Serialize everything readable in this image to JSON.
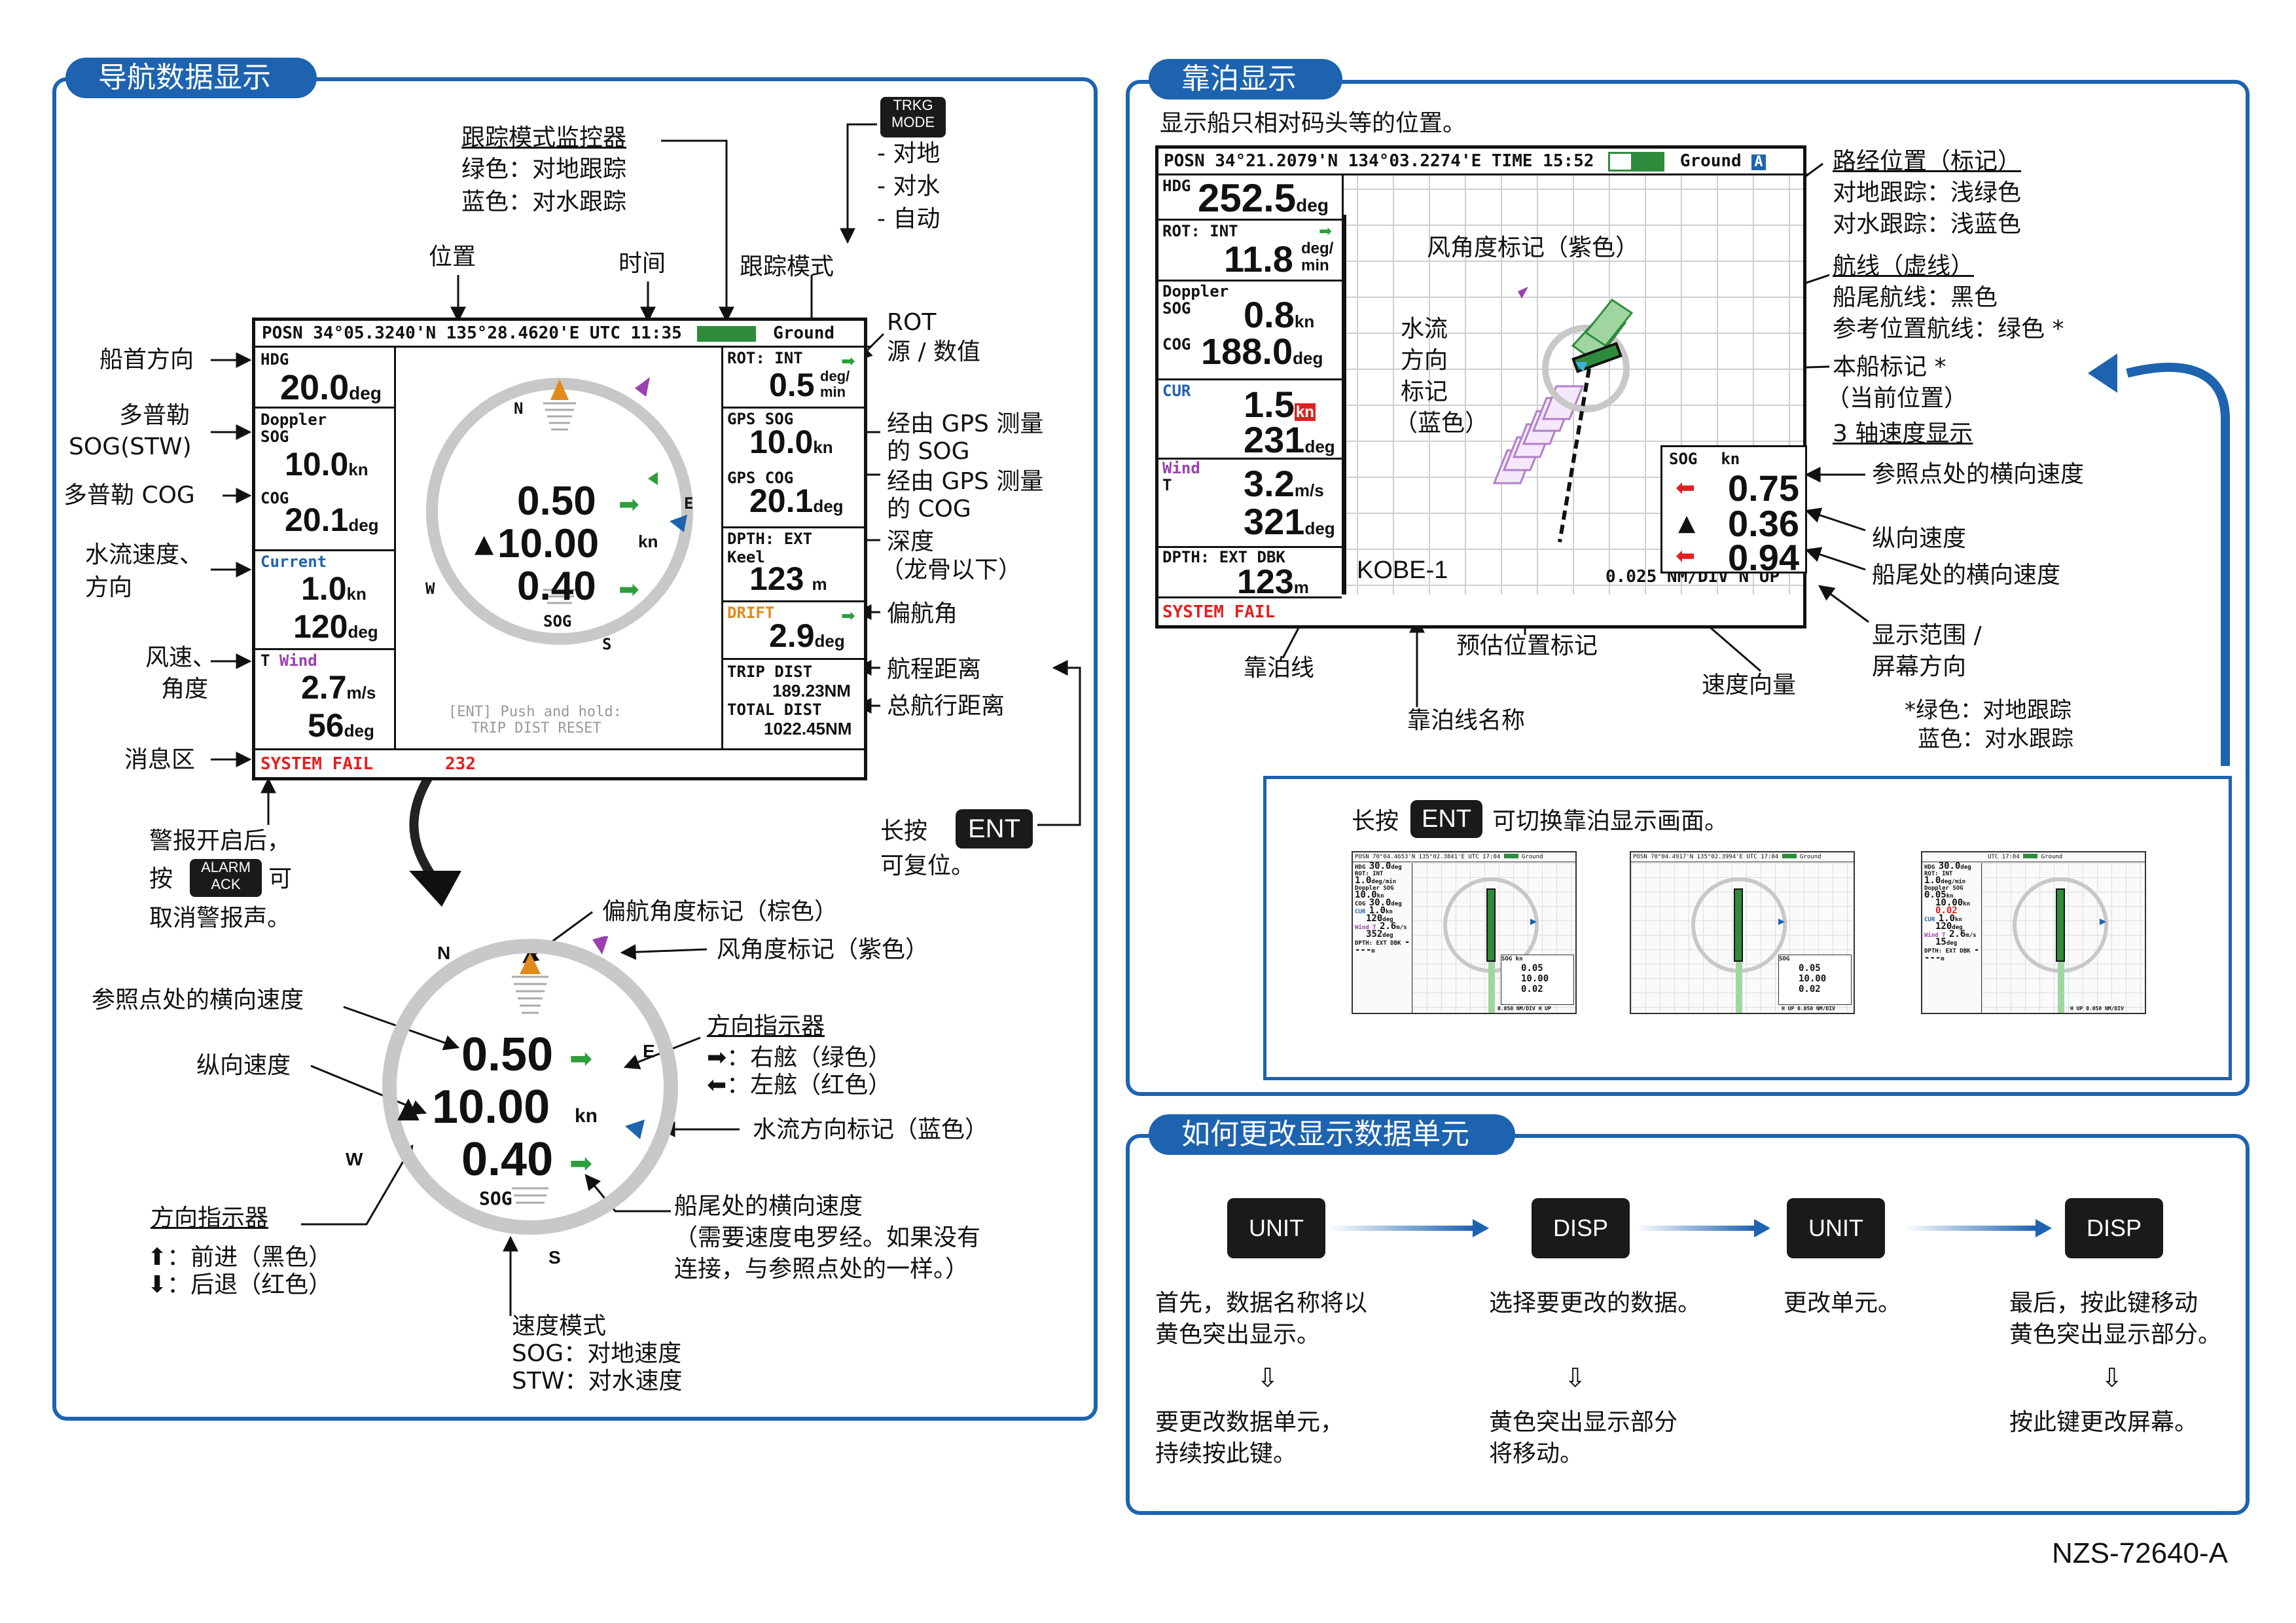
{
  "nav_panel": {
    "title": "导航数据显示",
    "top_labels": {
      "monitor_title": "跟踪模式监控器",
      "monitor_green": "绿色：对地跟踪",
      "monitor_blue": "蓝色：对水跟踪",
      "trkg_key_line1": "TRKG",
      "trkg_key_line2": "MODE",
      "trkg_opt1": "- 对地",
      "trkg_opt2": "- 对水",
      "trkg_opt3": "- 自动",
      "position": "位置",
      "time": "时间",
      "track_mode": "跟踪模式"
    },
    "screen": {
      "header": "POSN  34°05.3240'N  135°28.4620'E   UTC 11:35",
      "header_mode": "Ground",
      "hdg_label": "HDG",
      "hdg_value": "20.0",
      "hdg_unit": "deg",
      "doppler_label1": "Doppler",
      "doppler_label2": "SOG",
      "doppler_sog": "10.0",
      "doppler_sog_unit": "kn",
      "cog_label": "COG",
      "cog_value": "20.1",
      "cog_unit": "deg",
      "current_label": "Current",
      "current_speed": "1.0",
      "current_speed_unit": "kn",
      "current_dir": "120",
      "current_dir_unit": "deg",
      "wind_t": "T",
      "wind_label": "Wind",
      "wind_speed": "2.7",
      "wind_speed_unit": "m/s",
      "wind_dir": "56",
      "wind_dir_unit": "deg",
      "msg": "SYSTEM FAIL",
      "msg_num": "232",
      "rot_label": "ROT: INT",
      "rot_value": "0.5",
      "rot_unit1": "deg/",
      "rot_unit2": "min",
      "gps_sog_label": "GPS SOG",
      "gps_sog_value": "10.0",
      "gps_sog_unit": "kn",
      "gps_cog_label": "GPS COG",
      "gps_cog_value": "20.1",
      "gps_cog_unit": "deg",
      "depth_label1": "DPTH: EXT",
      "depth_label2": "Keel",
      "depth_value": "123",
      "depth_unit": "m",
      "drift_label": "DRIFT",
      "drift_value": "2.9",
      "drift_unit": "deg",
      "trip_label": "TRIP DIST",
      "trip_value": "189.23NM",
      "total_label": "TOTAL DIST",
      "total_value": "1022.45NM",
      "dial_bow": "0.50",
      "dial_long": "10.00",
      "dial_long_unit": "kn",
      "dial_stern": "0.40",
      "dial_mode": "SOG",
      "dial_n": "N",
      "dial_e": "E",
      "dial_s": "S",
      "dial_w": "W",
      "reset_hint1": "[ENT] Push and hold:",
      "reset_hint2": "TRIP DIST RESET"
    },
    "left_labels": {
      "heading": "船首方向",
      "doppler1": "多普勒",
      "doppler2": "SOG(STW)",
      "doppler_cog": "多普勒 COG",
      "current1": "水流速度、",
      "current2": "方向",
      "wind1": "风速、",
      "wind2": "角度",
      "msg_area": "消息区",
      "alarm1": "警报开启后，",
      "alarm2a": "按",
      "alarm2b": "可",
      "alarm3": "取消警报声。",
      "alarm_key1": "ALARM",
      "alarm_key2": "ACK"
    },
    "right_labels": {
      "rot1": "ROT",
      "rot2": "源 / 数值",
      "gps_sog1": "经由 GPS 测量",
      "gps_sog2": "的 SOG",
      "gps_cog1": "经由 GPS 测量",
      "gps_cog2": "的 COG",
      "depth1": "深度",
      "depth2": "（龙骨以下）",
      "drift": "偏航角",
      "trip": "航程距离",
      "total": "总航行距离",
      "ent1": "长按",
      "ent2": "可复位。",
      "ent_key": "ENT"
    },
    "dial_labels": {
      "drift_marker": "偏航角度标记（棕色）",
      "wind_marker": "风角度标记（紫色）",
      "bow_lateral": "参照点处的横向速度",
      "longitudinal": "纵向速度",
      "dir_indicator": "方向指示器",
      "starboard": "：右舷（绿色）",
      "port": "：左舷（红色）",
      "current_marker": "水流方向标记（蓝色）",
      "dir_indicator2": "方向指示器",
      "ahead": "：前进（黑色）",
      "astern": "：后退（红色）",
      "stern1": "船尾处的横向速度",
      "stern2": "（需要速度电罗经。如果没有",
      "stern3": "连接，与参照点处的一样。）",
      "mode1": "速度模式",
      "mode2": "SOG：对地速度",
      "mode3": "STW：对水速度",
      "big_bow": "0.50",
      "big_long": "10.00",
      "big_long_unit": "kn",
      "big_stern": "0.40",
      "big_mode": "SOG"
    }
  },
  "berth_panel": {
    "title": "靠泊显示",
    "subtitle": "显示船只相对码头等的位置。",
    "screen": {
      "header": "POSN  34°21.2079'N  134°03.2274'E  TIME 15:52",
      "header_mode": "Ground",
      "hdg_label": "HDG",
      "hdg_value": "252.5",
      "hdg_unit": "deg",
      "rot_label": "ROT: INT",
      "rot_value": "11.8",
      "rot_unit1": "deg/",
      "rot_unit2": "min",
      "doppler1": "Doppler",
      "doppler2": "SOG",
      "sog_value": "0.8",
      "sog_unit": "kn",
      "cog_label": "COG",
      "cog_value": "188.0",
      "cog_unit": "deg",
      "cur_label": "CUR",
      "cur_speed": "1.5",
      "cur_speed_unit": "kn",
      "cur_dir": "231",
      "cur_dir_unit": "deg",
      "wind_label": "Wind",
      "wind_t": "T",
      "wind_speed": "3.2",
      "wind_speed_unit": "m/s",
      "wind_dir": "321",
      "wind_dir_unit": "deg",
      "depth_label": "DPTH: EXT DBK",
      "depth_value": "123",
      "depth_unit": "m",
      "msg": "SYSTEM FAIL",
      "berth_name": "KOBE-1",
      "range": "0.025 NM/DIV  N UP",
      "box_sog": "SOG",
      "box_kn": "kn",
      "box_v1": "0.75",
      "box_v2": "0.36",
      "box_v3": "0.94"
    },
    "labels": {
      "track_pos": "路经位置（标记）",
      "track_green": "对地跟踪：浅绿色",
      "track_blue": "对水跟踪：浅蓝色",
      "route": "航线（虚线）",
      "route_stern": "船尾航线：黑色",
      "route_ref": "参考位置航线：绿色 *",
      "own1": "本船标记 *",
      "own2": "（当前位置）",
      "axis3": "3 轴速度显示",
      "wind_mark": "风角度标记（紫色）",
      "cur1": "水流",
      "cur2": "方向",
      "cur3": "标记",
      "cur4": "（蓝色）",
      "bow_lat": "参照点处的横向速度",
      "long": "纵向速度",
      "stern_lat": "船尾处的横向速度",
      "range1": "显示范围 /",
      "range2": "屏幕方向",
      "note1": "*绿色：对地跟踪",
      "note2": "蓝色：对水跟踪",
      "berth_line": "靠泊线",
      "est_pos": "预估位置标记",
      "vel_vec": "速度向量",
      "berth_name_lbl": "靠泊线名称",
      "switch1": "长按",
      "switch2": "可切换靠泊显示画面。",
      "ent_key": "ENT"
    },
    "thumbs": [
      {
        "header": "POSN  70°04.4653'N  135°02.3841'E  UTC 17:04",
        "mode": "Ground",
        "rows": [
          {
            "l": "HDG",
            "v": "30.0",
            "u": "deg"
          },
          {
            "l": "ROT: INT",
            "v": "1.0",
            "u": "deg/min"
          },
          {
            "l": "Doppler SOG",
            "v": "10.0",
            "u": "kn"
          },
          {
            "l": "COG",
            "v": "30.0",
            "u": "deg"
          },
          {
            "l": "CUR",
            "v": "1.0",
            "u": "kn"
          },
          {
            "l": "",
            "v": "120",
            "u": "deg"
          },
          {
            "l": "Wind T",
            "v": "2.6",
            "u": "m/s"
          },
          {
            "l": "",
            "v": "352",
            "u": "deg"
          },
          {
            "l": "DPTH: EXT DBK",
            "v": "----",
            "u": "m"
          }
        ],
        "box": {
          "title": "SOG   kn",
          "v": [
            "0.05",
            "10.00",
            "0.02"
          ]
        },
        "footer": "0.050 NM/DIV  H UP"
      },
      {
        "header": "POSN  70°04.4917'N  135°02.3994'E  UTC 17:04",
        "mode": "Ground",
        "box": {
          "title": "SOG",
          "v": [
            "0.05",
            "10.00",
            "0.02"
          ]
        },
        "footer": "H UP  0.050 NM/DIV"
      },
      {
        "header": "UTC 17:04",
        "mode": "Ground",
        "rows": [
          {
            "l": "HDG",
            "v": "30.0",
            "u": "deg"
          },
          {
            "l": "ROT: INT",
            "v": "1.0",
            "u": "deg/min"
          },
          {
            "l": "Doppler SOG",
            "v": "0.05",
            "u": "kn"
          },
          {
            "l": "",
            "v": "10.00",
            "u": "kn"
          },
          {
            "l": "",
            "v": "0.02",
            "u": ""
          },
          {
            "l": "CUR",
            "v": "1.0",
            "u": "kn"
          },
          {
            "l": "",
            "v": "120",
            "u": "deg"
          },
          {
            "l": "Wind T",
            "v": "2.6",
            "u": "m/s"
          },
          {
            "l": "",
            "v": "15",
            "u": "deg"
          },
          {
            "l": "DPTH: EXT DBK",
            "v": "----",
            "u": "m"
          }
        ],
        "footer": "H UP  0.050 NM/DIV"
      }
    ]
  },
  "unit_panel": {
    "title": "如何更改显示数据单元",
    "keys": [
      "UNIT",
      "DISP",
      "UNIT",
      "DISP"
    ],
    "step1a": "首先，数据名称将以",
    "step1b": "黄色突出显示。",
    "step1c": "要更改数据单元，",
    "step1d": "持续按此键。",
    "step2a": "选择要更改的数据。",
    "step2c": "黄色突出显示部分",
    "step2d": "将移动。",
    "step3a": "更改单元。",
    "step4a": "最后，按此键移动",
    "step4b": "黄色突出显示部分。",
    "step4c": "按此键更改屏幕。",
    "down_arrow": "⇩"
  },
  "doc_code": "NZS-72640-A",
  "colors": {
    "panel_blue": "#1d63b0",
    "track_green": "#2e8b3c",
    "starboard_green": "#2e9e3e",
    "port_red": "#e02020",
    "drift_orange": "#e08a1e",
    "wind_purple": "#9a40b0",
    "current_blue": "#1d63b0"
  }
}
